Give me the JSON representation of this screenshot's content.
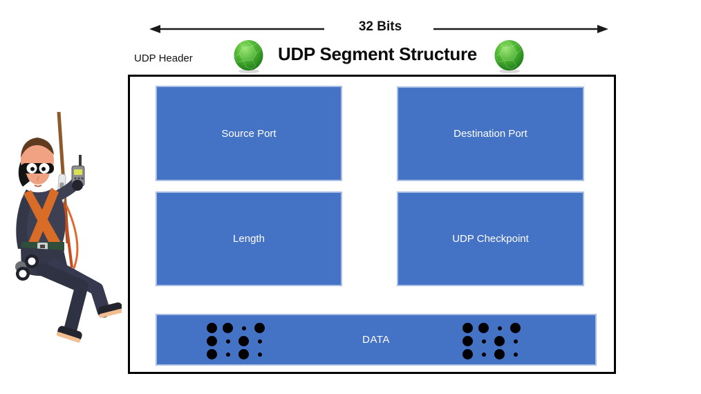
{
  "header": {
    "bits_label": "32 Bits",
    "udp_header_label": "UDP Header",
    "title": "UDP Segment Structure"
  },
  "fields": {
    "source_port": "Source Port",
    "destination_port": "Destination Port",
    "length": "Length",
    "udp_checkpoint": "UDP Checkpoint",
    "data": "DATA"
  },
  "data_dots": {
    "pattern": [
      [
        "big",
        "big",
        "tiny",
        "big"
      ],
      [
        "big",
        "tiny",
        "big",
        "tiny"
      ],
      [
        "big",
        "tiny",
        "big",
        "tiny"
      ]
    ]
  },
  "icons": {
    "left_gem": "green-gem",
    "right_gem": "green-gem",
    "character": "spy-climber-on-rope"
  },
  "colors": {
    "field_fill": "#4472C4",
    "field_border": "#A9BFE4",
    "field_text": "#FFFFFF",
    "outer_border": "#000000",
    "arrow": "#1A1A1A",
    "gem_green": "#47B62E",
    "dot": "#000000",
    "background": "#FFFFFF"
  }
}
